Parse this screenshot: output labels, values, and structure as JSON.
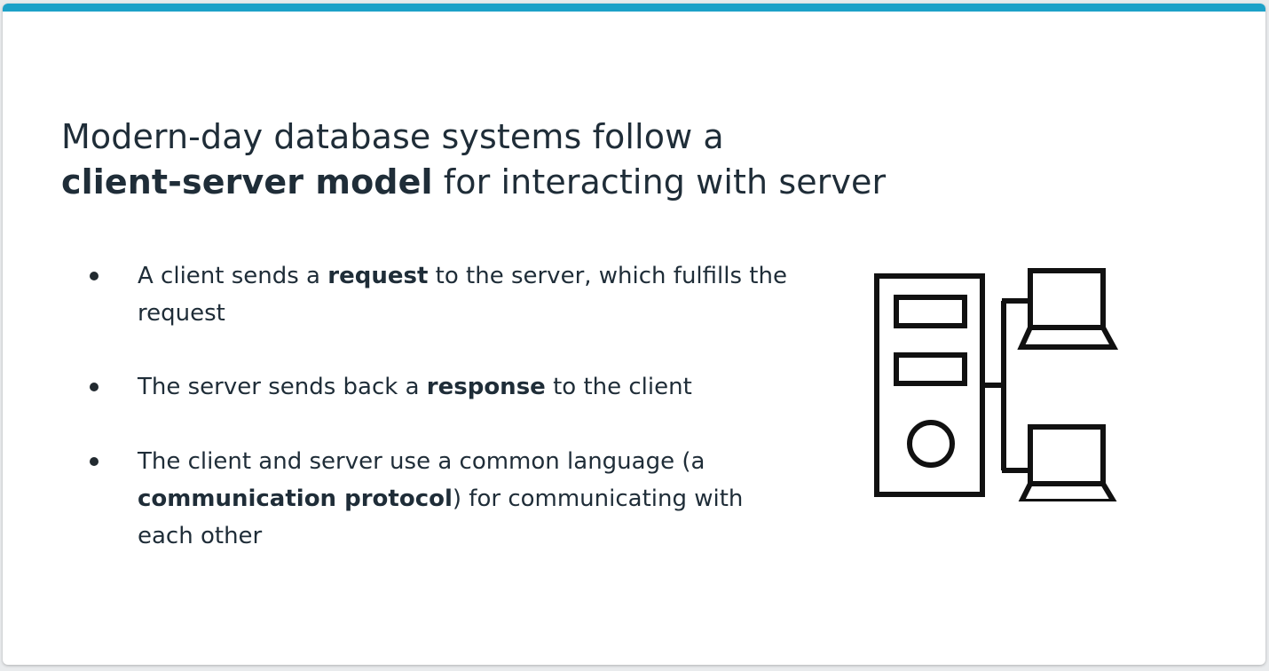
{
  "slide": {
    "accent_color": "#1da1c8",
    "title": {
      "line1": "Modern-day database systems follow a",
      "bold": "client-server model",
      "rest": " for interacting with server"
    },
    "bullets": [
      {
        "before": "A client sends a ",
        "bold": "request",
        "after": " to the server, which fulfills the request"
      },
      {
        "before": "The server sends back a ",
        "bold": "response",
        "after": " to the client"
      },
      {
        "before": "The client and server use a common language (a ",
        "bold": "communication protocol",
        "after": ") for communicating with each other"
      }
    ],
    "illustration_icon": "server-connected-to-two-laptops-icon"
  }
}
